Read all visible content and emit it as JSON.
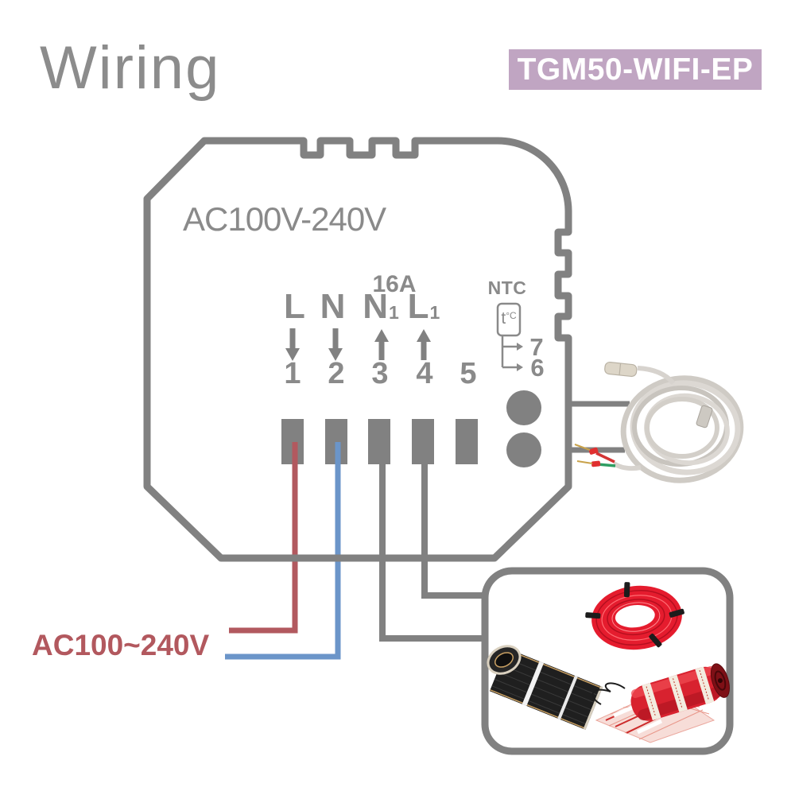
{
  "title": "Wiring",
  "badge": {
    "model": "TGM50-WIFI-EP",
    "bg_color": "#c0a5c2"
  },
  "device": {
    "voltage_label": "AC100V-240V",
    "current_rating": "16A",
    "terminal_labels": [
      {
        "main": "L",
        "sub": ""
      },
      {
        "main": "N",
        "sub": ""
      },
      {
        "main": "N",
        "sub": "1"
      },
      {
        "main": "L",
        "sub": "1"
      }
    ],
    "terminal_numbers": [
      "1",
      "2",
      "3",
      "4",
      "5"
    ],
    "ntc": {
      "label": "NTC",
      "sensor_main": "t",
      "sensor_unit": "°C",
      "terminal_7": "7",
      "terminal_6": "6"
    }
  },
  "power_input": {
    "label": "AC100~240V",
    "color": "#b2585e"
  },
  "connected_loads": [
    "heating-cable-coil",
    "heating-film-roll",
    "heating-mat-roll"
  ],
  "sensor_accessory": "ntc-floor-sensor-cable",
  "colors": {
    "outline": "#818181",
    "live_wire": "#b2595f",
    "neutral_wire": "#6b95c9",
    "title_gray": "#8c8c8c",
    "diagram_text": "#8a8a8a",
    "badge_bg": "#c0a5c2",
    "power_label": "#b2585e",
    "heating_cable_red": "#e51c2e",
    "heating_film_black": "#1f1f1f",
    "heating_mat_red": "#d8222f"
  }
}
